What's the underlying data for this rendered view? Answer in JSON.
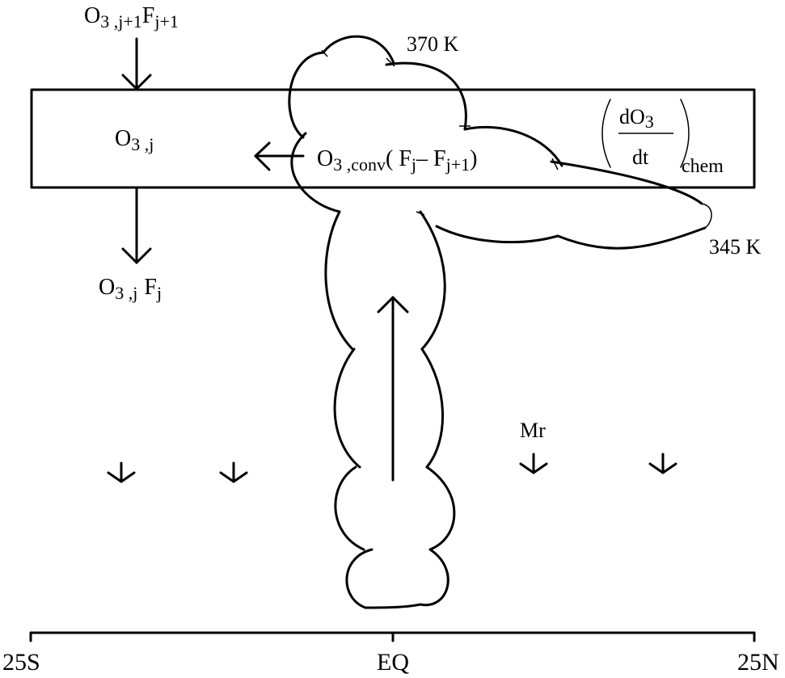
{
  "labels": {
    "flux_in_main": "O",
    "flux_in_sub": "3 ,j+1",
    "flux_in_f": "F",
    "flux_in_fsub": "j+1",
    "box_conc_main": "O",
    "box_conc_sub": "3 ,j",
    "conv_main": "O",
    "conv_sub": "3 ,conv",
    "conv_open": "( F",
    "conv_fj": "j",
    "conv_minus": "– F",
    "conv_fj1": "j+1",
    "conv_close": ")",
    "chem_num": "dO",
    "chem_num_sub": "3",
    "chem_den": "dt",
    "chem_sub": "chem",
    "flux_out_main": "O",
    "flux_out_sub": "3 ,j",
    "flux_out_f": "F",
    "flux_out_fsub": "j",
    "theta_top": "370 K",
    "theta_bottom": "345 K",
    "mr_label": "Mr"
  },
  "axis": {
    "left": "25S",
    "center": "EQ",
    "right": "25N"
  }
}
